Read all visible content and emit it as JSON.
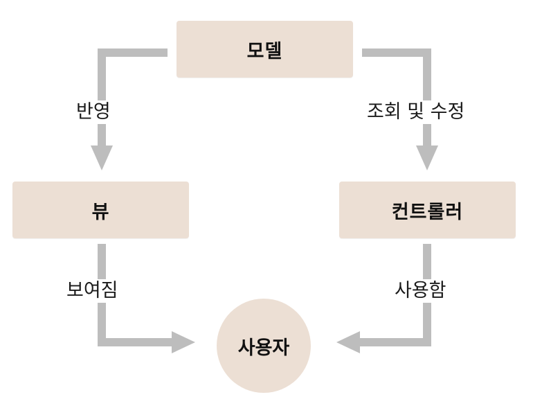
{
  "nodes": {
    "model": "모델",
    "view": "뷰",
    "controller": "컨트롤러",
    "user": "사용자"
  },
  "edges": {
    "model_to_view": "반영",
    "model_to_controller": "조회 및 수정",
    "view_to_user": "보여짐",
    "controller_to_user": "사용함"
  },
  "colors": {
    "box_fill": "#ecdfd4",
    "arrow": "#bdbdbd",
    "text": "#111111"
  }
}
